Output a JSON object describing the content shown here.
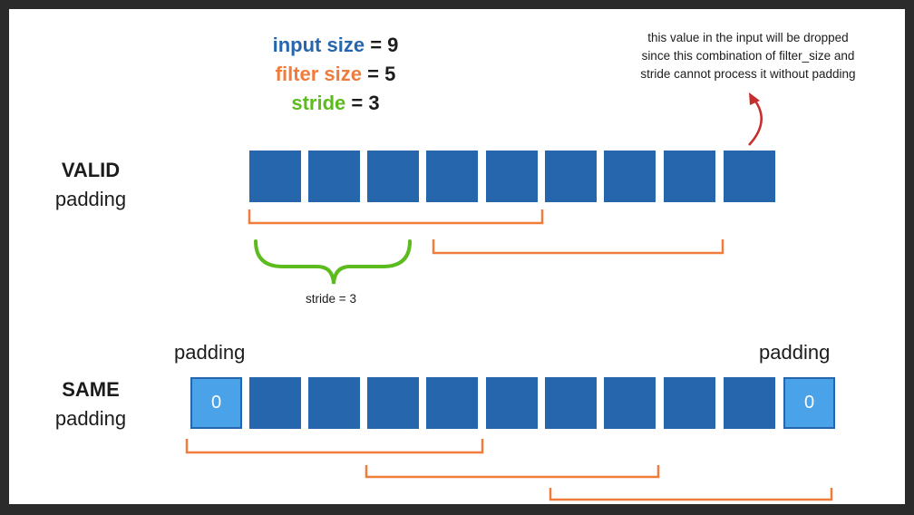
{
  "legend": {
    "input": {
      "key": "input size",
      "value": "= 9",
      "color": "#2566ad"
    },
    "filter": {
      "key": "filter size",
      "value": "= 5",
      "color": "#f07c3c"
    },
    "stride": {
      "key": "stride",
      "value": "= 3",
      "color": "#5cbb1d"
    }
  },
  "note": {
    "lines": [
      "this value in the input will be dropped",
      "since this combination of filter_size and",
      "stride cannot process it without padding"
    ],
    "arrow_color": "#c62d2d"
  },
  "valid_row": {
    "title": "VALID",
    "subtitle": "padding",
    "cell_count": 9,
    "stride_label": "stride = 3"
  },
  "same_row": {
    "title": "SAME",
    "subtitle": "padding",
    "pad_label_left": "padding",
    "pad_label_right": "padding",
    "pad_value_left": "0",
    "pad_value_right": "0",
    "cell_count": 9
  },
  "colors": {
    "cell": "#2566ad",
    "pad_cell": "#4aa3e8",
    "filter_bracket": "#f07c3c",
    "stride_brace": "#5cbb1d",
    "frame": "#2b2b2b"
  }
}
